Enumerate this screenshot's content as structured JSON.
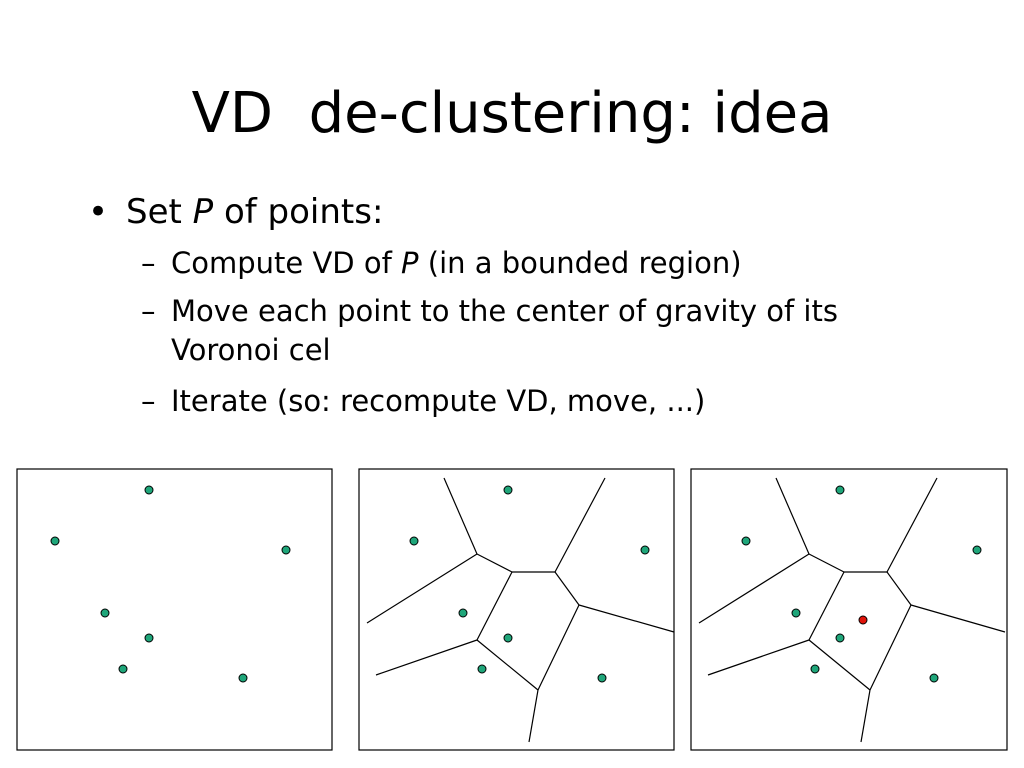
{
  "title": "VD  de-clustering: idea",
  "bullet": {
    "prefix": "Set ",
    "var": "P",
    "suffix": " of points:"
  },
  "subbullets": [
    {
      "dash": "–",
      "before": "Compute VD of ",
      "var": "P",
      "after": " (in a bounded region)"
    },
    {
      "dash": "–",
      "before": "Move each point to the center of gravity of its Voronoi cel",
      "var": "",
      "after": ""
    },
    {
      "dash": "–",
      "before": "Iterate (so: recompute VD, move, ...)",
      "var": "",
      "after": ""
    }
  ],
  "colors": {
    "point_fill": "#1fa67a",
    "point_stroke": "#000000",
    "highlight_fill": "#e0140a",
    "edge": "#000000",
    "panel_border": "#000000"
  },
  "panels": [
    {
      "name": "points-only",
      "show_voronoi": false,
      "show_centroid": false
    },
    {
      "name": "voronoi-diagram",
      "show_voronoi": true,
      "show_centroid": false
    },
    {
      "name": "voronoi-with-centroid",
      "show_voronoi": true,
      "show_centroid": true
    }
  ]
}
